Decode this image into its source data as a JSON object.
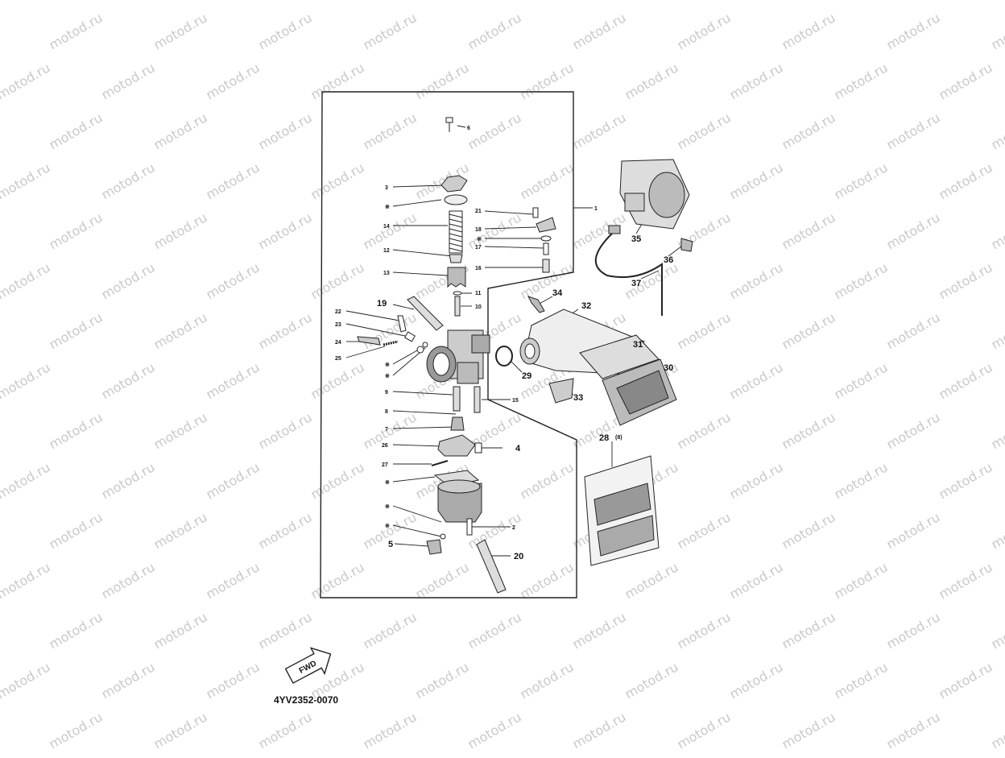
{
  "watermark": "motod.ru",
  "diagram": {
    "part_code": "4YV2352-0070",
    "direction_label": "FWD",
    "callouts": {
      "c6": "6",
      "c3": "3",
      "c_star_a": "※",
      "c14": "14",
      "c12": "12",
      "c13": "13",
      "c21": "21",
      "c18": "18",
      "c_star_b": "※",
      "c17": "17",
      "c16": "16",
      "c11": "11",
      "c10": "10",
      "c19": "19",
      "c22": "22",
      "c23": "23",
      "c24": "24",
      "c25": "25",
      "c_star_c": "※",
      "c_star_d": "※",
      "c9": "9",
      "c15": "15",
      "c8": "8",
      "c7": "7",
      "c26": "26",
      "c4": "4",
      "c27": "27",
      "c_star_e": "※",
      "c_star_f": "※",
      "c_star_g": "※",
      "c2": "2",
      "c5": "5",
      "c20": "20",
      "c1": "1",
      "c34": "34",
      "c32": "32",
      "c31": "31",
      "c30": "30",
      "c29": "29",
      "c33": "33",
      "c35": "35",
      "c36": "36",
      "c37": "37",
      "c28": "28",
      "c28_note": "(8)"
    }
  }
}
